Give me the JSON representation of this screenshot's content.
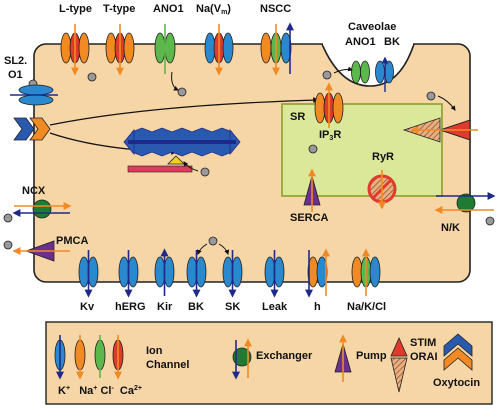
{
  "channels_top": [
    "L-type",
    "T-type",
    "ANO1",
    "Na(V",
    "m",
    ")",
    "NSCC"
  ],
  "caveolae": {
    "title": "Caveolae",
    "ano1": "ANO1",
    "bk": "BK"
  },
  "transporter": {
    "line1": "SL2.",
    "line2": "O1"
  },
  "sr": {
    "label": "SR",
    "ip3r_main": "IP",
    "ip3r_sub": "3",
    "ip3r_end": "R",
    "ryr": "RyR",
    "serca": "SERCA"
  },
  "left_side": {
    "ncx": "NCX",
    "pmca": "PMCA"
  },
  "right_side": {
    "nk": "N/K"
  },
  "channels_bottom": [
    "Kv",
    "hERG",
    "Kir",
    "BK",
    "SK",
    "Leak",
    "h",
    "Na/K/Cl"
  ],
  "legend": {
    "ion_channel": "Ion Channel",
    "exchanger": "Exchanger",
    "pump": "Pump",
    "stim": "STIM",
    "orai": "ORAI",
    "oxytocin": "Oxytocin",
    "ions": [
      "K",
      "+",
      "Na",
      "+",
      "Cl",
      "-",
      "Ca",
      "2+"
    ]
  },
  "colors": {
    "cell_fill": "#f6d5a6",
    "sr_fill": "#dbe89a",
    "sr_border": "#8aa02a",
    "orange": "#f28a24",
    "red": "#e03a2c",
    "green": "#5cb84a",
    "blue": "#2a88cf",
    "navy": "#1e2a8a",
    "purple": "#6c2f8e",
    "dark_green": "#1f7a32",
    "legend_fill": "#f6d5a6"
  }
}
